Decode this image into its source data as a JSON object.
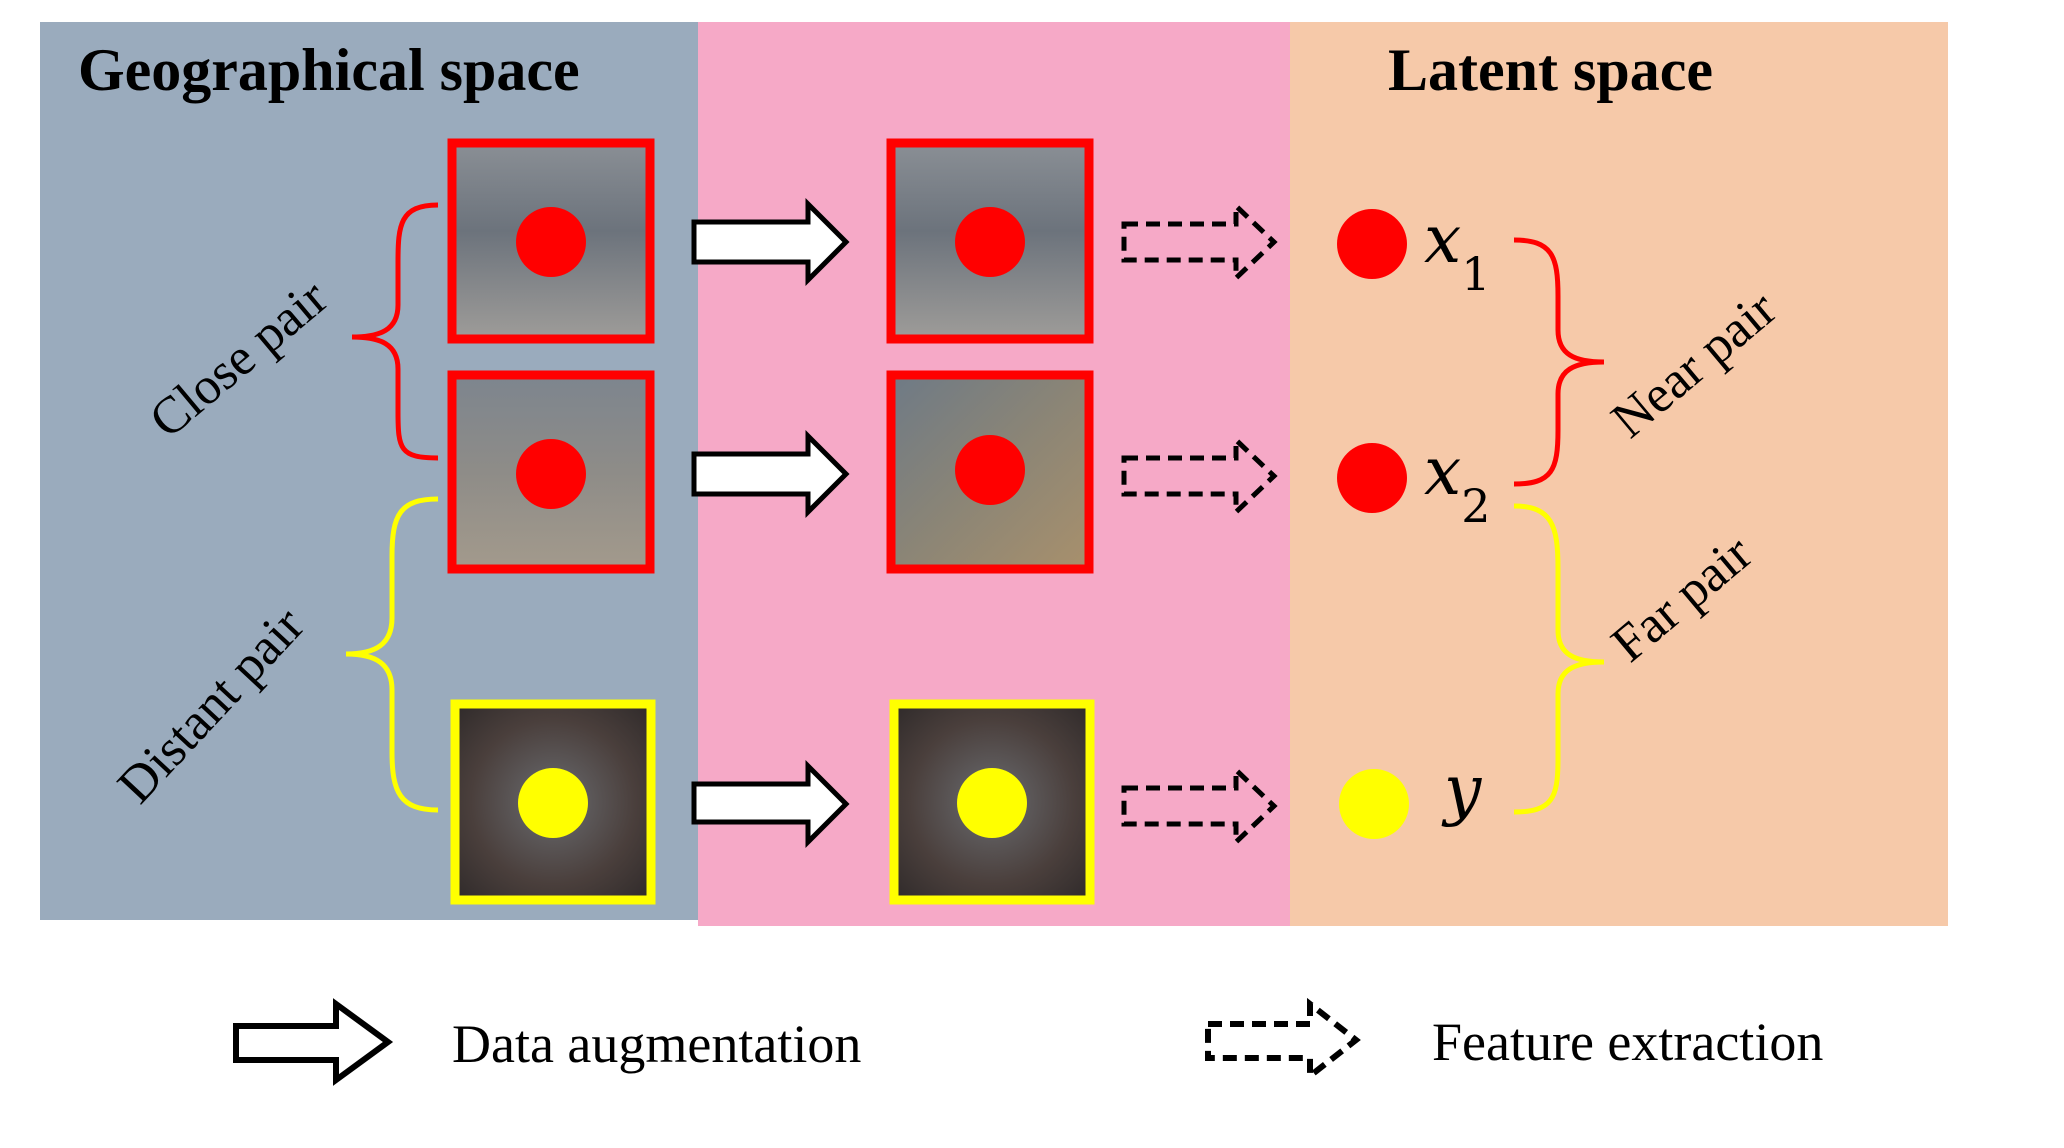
{
  "panels": {
    "geographical_title": "Geographical space",
    "latent_title": "Latent space"
  },
  "brackets": {
    "close_pair": "Close pair",
    "distant_pair": "Distant pair",
    "near_pair": "Near pair",
    "far_pair": "Far pair"
  },
  "points": {
    "x1_base": "x",
    "x1_sub": "1",
    "x2_base": "x",
    "x2_sub": "2",
    "y": "y"
  },
  "legend": {
    "augmentation": "Data augmentation",
    "extraction": "Feature extraction"
  },
  "colors": {
    "geo_panel": "#9aabbd",
    "aug_panel": "#f6a9c7",
    "latent_panel": "#f6c9a9",
    "red": "#ff0000",
    "yellow": "#ffff00"
  }
}
